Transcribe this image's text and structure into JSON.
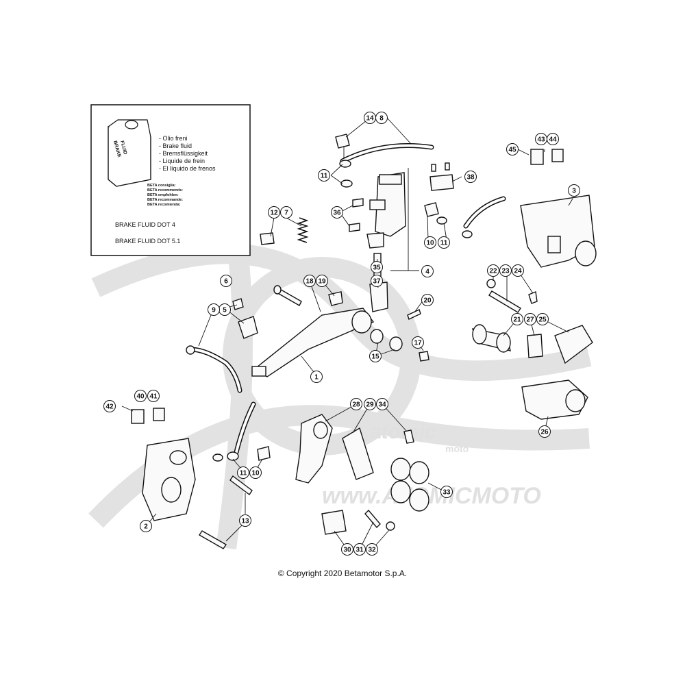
{
  "inset": {
    "can_label": "BRAKE\nFLUID",
    "fluid_names": [
      "- Olio freni",
      "- Brake fluid",
      "- Bremsflüssigkeit",
      "- Liquide de frein",
      "- El líquido de frenos"
    ],
    "recommends": [
      "BETA consiglia:",
      "BETA recommends:",
      "BETA empfohlen:",
      "BETA recommande:",
      "BETA recomienda:"
    ],
    "spec_1": "BRAKE FLUID DOT 4",
    "spec_2": "BRAKE FLUID DOT 5.1"
  },
  "watermark": {
    "brand": "atomic",
    "brand_sub": "moto",
    "url": "www.ATOMICMOTO"
  },
  "copyright": "© Copyright 2020 Betamotor S.p.A.",
  "callouts": [
    "14",
    "8",
    "11",
    "38",
    "43",
    "44",
    "45",
    "3",
    "12",
    "7",
    "36",
    "10",
    "11",
    "35",
    "4",
    "37",
    "6",
    "5",
    "18",
    "19",
    "9",
    "22",
    "23",
    "24",
    "20",
    "21",
    "27",
    "25",
    "17",
    "15",
    "1",
    "42",
    "40",
    "41",
    "28",
    "29",
    "34",
    "26",
    "11",
    "10",
    "33",
    "13",
    "2",
    "30",
    "31",
    "32"
  ]
}
